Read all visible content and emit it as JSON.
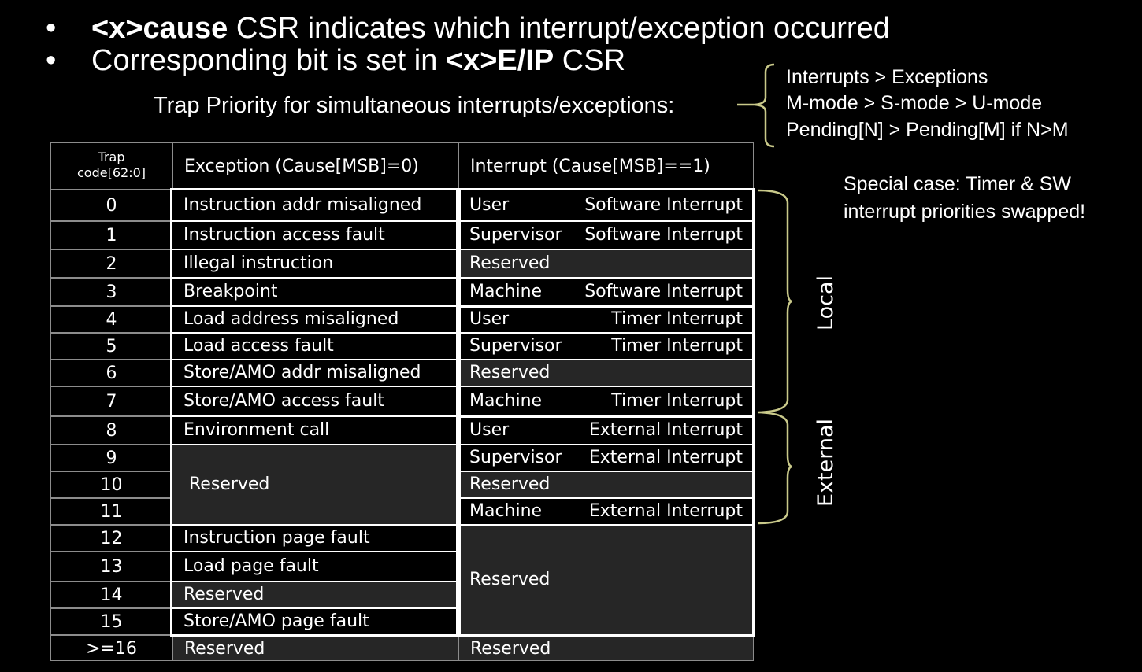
{
  "bullets": {
    "line1": {
      "b": "<x>cause",
      "rest": " CSR indicates which interrupt/exception occurred"
    },
    "line2": {
      "pre": "Corresponding bit is set in ",
      "b": "<x>E/IP",
      "post": " CSR"
    },
    "dot": "•"
  },
  "priority": {
    "caption": "Trap Priority for simultaneous interrupts/exceptions:",
    "lines": [
      "Interrupts   > Exceptions",
      "M-mode     > S-mode > U-mode",
      "Pending[N] > Pending[M] if N>M"
    ]
  },
  "special": [
    "Special case: Timer & SW",
    "interrupt priorities swapped!"
  ],
  "table": {
    "header": {
      "code": [
        "Trap",
        "code[62:0]"
      ],
      "exception": "Exception  (Cause[MSB]=0)",
      "interrupt": "Interrupt (Cause[MSB]==1)"
    },
    "codes": [
      "0",
      "1",
      "2",
      "3",
      "4",
      "5",
      "6",
      "7",
      "8",
      "9",
      "10",
      "11",
      "12",
      "13",
      "14",
      "15",
      ">=16"
    ],
    "exceptions": [
      "Instruction addr misaligned",
      "Instruction access fault",
      "Illegal instruction",
      "Breakpoint",
      "Load address misaligned",
      "Load access fault",
      "Store/AMO addr misaligned",
      "Store/AMO access fault",
      "Environment call",
      "Reserved",
      "Instruction page fault",
      "Load page fault",
      "Reserved",
      "Store/AMO page fault",
      "Reserved"
    ],
    "interrupts": [
      {
        "mode": "User",
        "kind": "Software Interrupt"
      },
      {
        "mode": "Supervisor",
        "kind": "Software Interrupt"
      },
      {
        "mode": "Reserved",
        "kind": ""
      },
      {
        "mode": "Machine",
        "kind": "Software Interrupt"
      },
      {
        "mode": "User",
        "kind": "Timer Interrupt"
      },
      {
        "mode": "Supervisor",
        "kind": "Timer Interrupt"
      },
      {
        "mode": "Reserved",
        "kind": ""
      },
      {
        "mode": "Machine",
        "kind": "Timer Interrupt"
      },
      {
        "mode": "User",
        "kind": "External Interrupt"
      },
      {
        "mode": "Supervisor",
        "kind": "External Interrupt"
      },
      {
        "mode": "Reserved",
        "kind": ""
      },
      {
        "mode": "Machine",
        "kind": "External Interrupt"
      },
      {
        "mode": "Reserved",
        "kind": ""
      },
      {
        "mode": "Reserved",
        "kind": ""
      }
    ]
  },
  "brackets": {
    "local": "Local",
    "external": "External",
    "color": "#c9c98a"
  }
}
